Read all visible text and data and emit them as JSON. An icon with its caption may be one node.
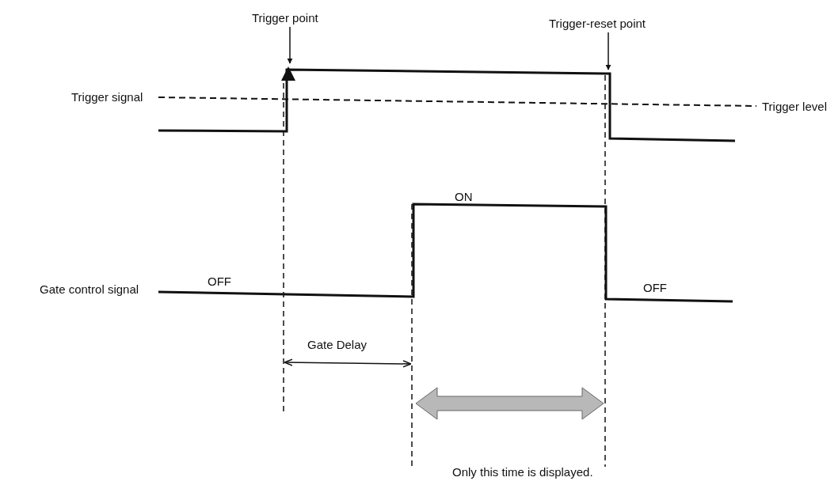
{
  "diagram": {
    "nodes": [
      {
        "text": [
          "Trigger point"
        ]
      },
      {
        "text": [
          "Trigger-reset point"
        ]
      }
    ],
    "edges": [
      {
        "from": 0,
        "to": null,
        "arrow": "to"
      },
      {
        "from": 1,
        "to": null,
        "arrow": "to"
      }
    ],
    "labels": [
      "Trigger signal",
      "Trigger level",
      "ON",
      "Gate control signal",
      "OFF",
      "Gate Delay",
      "OFF",
      "Only this time is displayed."
    ]
  }
}
